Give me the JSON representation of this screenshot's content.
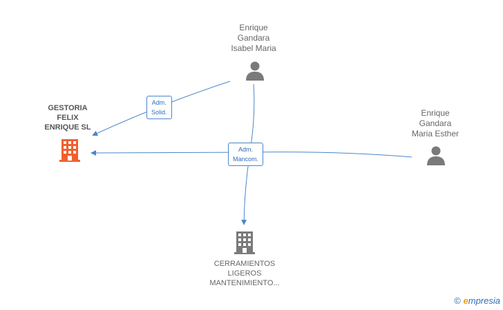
{
  "nodes": {
    "person_isabel": {
      "lines": [
        "Enrique",
        "Gandara",
        "Isabel Maria"
      ],
      "type": "person"
    },
    "person_esther": {
      "lines": [
        "Enrique",
        "Gandara",
        "Maria Esther"
      ],
      "type": "person"
    },
    "company_gestoria": {
      "lines": [
        "GESTORIA",
        "FELIX",
        "ENRIQUE SL"
      ],
      "type": "company",
      "highlight": true
    },
    "company_cerramientos": {
      "lines": [
        "CERRAMIENTOS",
        "LIGEROS",
        "MANTENIMIENTO..."
      ],
      "type": "company"
    }
  },
  "edges": {
    "adm_solid": {
      "lines": [
        "Adm.",
        "Solid."
      ]
    },
    "adm_mancom": {
      "lines": [
        "Adm.",
        "Mancom."
      ]
    }
  },
  "watermark": {
    "copyright": "©",
    "brand_initial": "e",
    "brand_rest": "mpresia"
  },
  "colors": {
    "edge": "#4a86c8",
    "person_icon": "#7a7a7a",
    "company_icon": "#7a7a7a",
    "company_highlight": "#f0602e",
    "text": "#666666"
  }
}
